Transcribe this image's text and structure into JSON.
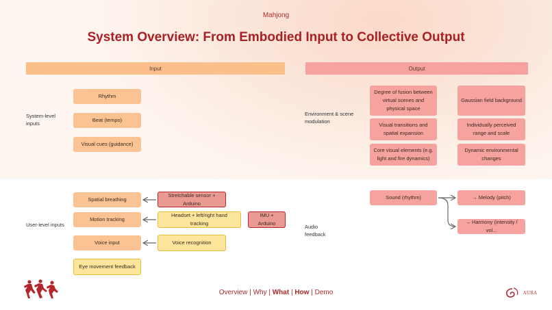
{
  "header": {
    "subtitle": "Mahjong",
    "title": "System Overview: From Embodied Input to Collective Output"
  },
  "sections": {
    "input_header": "Input",
    "output_header": "Output"
  },
  "system_level": {
    "label": "System-level inputs",
    "inputs": [
      "Rhythm",
      "Beat (tempo)",
      "Visual cues (guidance)"
    ]
  },
  "environment": {
    "label": "Environment & scene modulation",
    "left_column": [
      "Degree of fusion between virtual scenes and physical space",
      "Visual transitions and spatial expansion",
      "Core visual elements (e.g. light and fire dynamics)"
    ],
    "right_column": [
      "Gaussian field background",
      "Individually perceived range and scale",
      "Dynamic environmental changes"
    ]
  },
  "user_level": {
    "label": "User-level inputs",
    "outputs": [
      "Spatial breathing",
      "Motion tracking",
      "Voice input",
      "Eye movement feedback"
    ],
    "sources": [
      "Stretchable sensor + Arduino",
      "Headset + left/right hand tracking",
      "Voice recognition",
      "IMU + Arduino"
    ]
  },
  "audio": {
    "label": "Audio feedback",
    "source": "Sound (rhythm)",
    "targets": [
      "→ Melody (pitch)",
      "→ Harmony (intensity / vol..."
    ]
  },
  "footer": {
    "nav": [
      {
        "text": "Overview",
        "bold": false
      },
      {
        "text": "Why",
        "bold": false
      },
      {
        "text": "What",
        "bold": true
      },
      {
        "text": "How",
        "bold": true
      },
      {
        "text": "Demo",
        "bold": false
      }
    ],
    "brand": "AURA"
  },
  "colors": {
    "accent": "#a81f24",
    "input_orange": "#fbc393",
    "output_pink": "#f6a29e",
    "sensor_red_border": "#b3262b",
    "yellow": "#fde59b"
  },
  "icons": {
    "logo": "running-figures-icon",
    "brand": "aura-swirl-icon"
  }
}
